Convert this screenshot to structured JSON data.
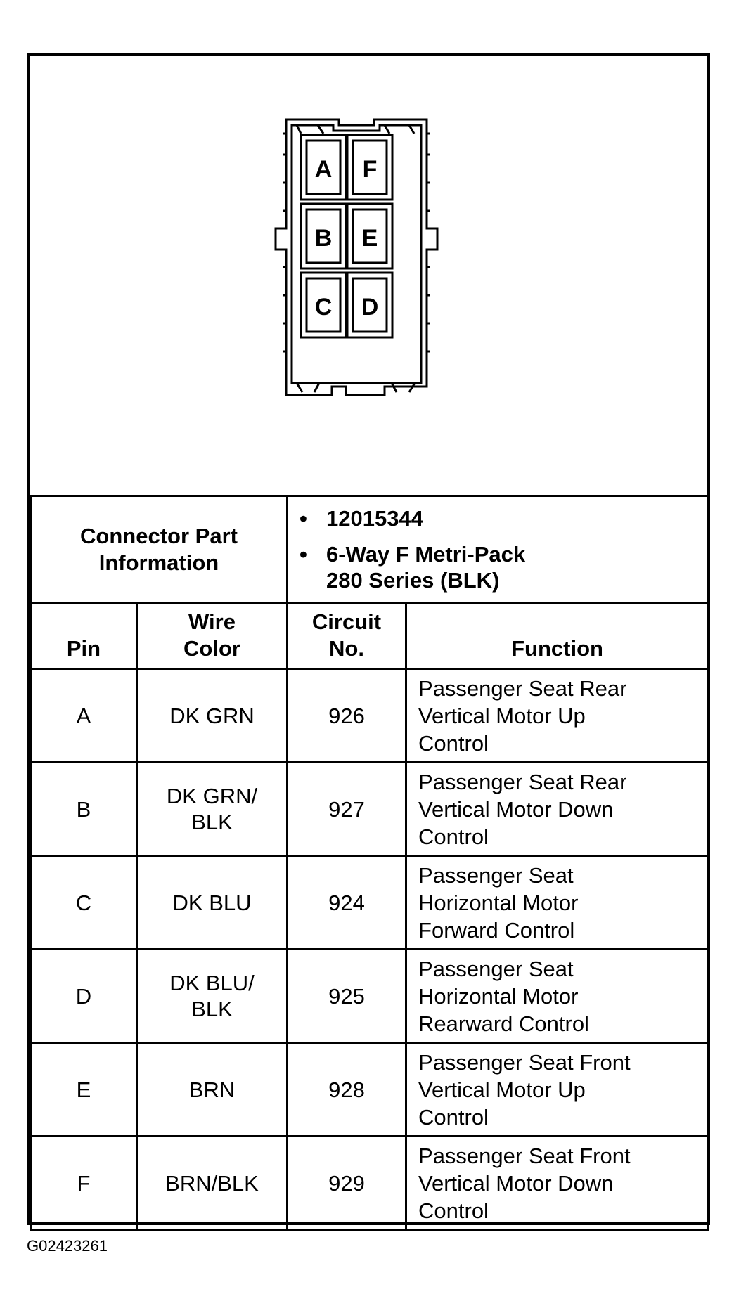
{
  "connector": {
    "pins_layout": [
      "A",
      "F",
      "B",
      "E",
      "C",
      "D"
    ]
  },
  "part_info": {
    "label_line1": "Connector Part",
    "label_line2": "Information",
    "items": [
      "12015344",
      "6-Way F Metri-Pack\n280 Series (BLK)"
    ]
  },
  "table": {
    "headers": {
      "pin": "Pin",
      "wire_color": "Wire\nColor",
      "circuit": "Circuit\nNo.",
      "function": "Function"
    },
    "rows": [
      {
        "pin": "A",
        "wire_color": "DK GRN",
        "circuit": "926",
        "function": "Passenger Seat Rear\nVertical Motor Up\nControl"
      },
      {
        "pin": "B",
        "wire_color": "DK GRN/\nBLK",
        "circuit": "927",
        "function": "Passenger Seat Rear\nVertical Motor Down\nControl"
      },
      {
        "pin": "C",
        "wire_color": "DK BLU",
        "circuit": "924",
        "function": "Passenger Seat\nHorizontal Motor\nForward Control"
      },
      {
        "pin": "D",
        "wire_color": "DK BLU/\nBLK",
        "circuit": "925",
        "function": "Passenger Seat\nHorizontal Motor\nRearward Control"
      },
      {
        "pin": "E",
        "wire_color": "BRN",
        "circuit": "928",
        "function": "Passenger Seat Front\nVertical Motor Up\nControl"
      },
      {
        "pin": "F",
        "wire_color": "BRN/BLK",
        "circuit": "929",
        "function": "Passenger Seat Front\nVertical Motor Down\nControl"
      }
    ]
  },
  "figure_id": "G02423261"
}
